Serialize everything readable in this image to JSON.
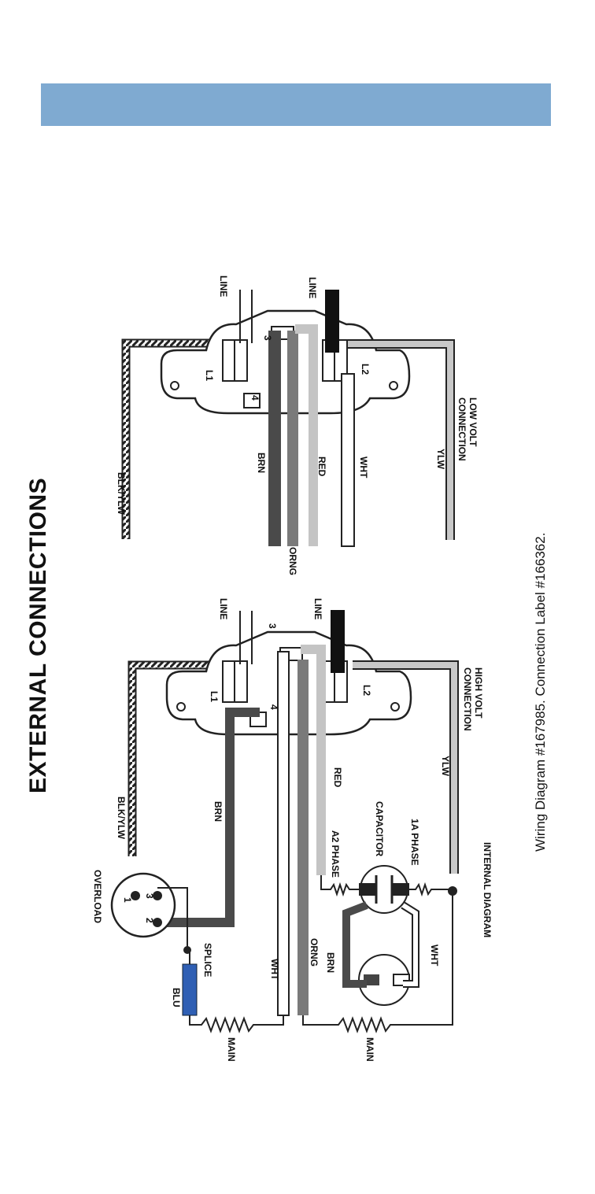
{
  "header": {
    "bar_color": "#7faad1"
  },
  "title": "EXTERNAL CONNECTIONS",
  "caption": "Wiring Diagram #167985.  Connection Label #166362.",
  "low_volt": {
    "section_label": "LOW VOLT CONNECTION",
    "terminal_labels": {
      "l1": "L1",
      "l2": "L2",
      "t3": "3",
      "t4": "4"
    },
    "line_labels": [
      "LINE",
      "LINE"
    ],
    "wires": {
      "blk": "BLK/YLW",
      "brn": "BRN",
      "orng": "ORNG",
      "red": "RED",
      "wht": "WHT",
      "ylw": "YLW"
    }
  },
  "high_volt": {
    "section_label": "HIGH VOLT CONNECTION",
    "terminal_labels": {
      "l1": "L1",
      "l2": "L2",
      "t3": "3",
      "t4": "4"
    },
    "line_labels": [
      "LINE",
      "LINE"
    ],
    "wires": {
      "blk": "BLK/YLW",
      "brn": "BRN",
      "red": "RED",
      "ylw": "YLW",
      "wht": "WHT",
      "orng": "ORNG",
      "blu": "BLU"
    }
  },
  "internal": {
    "section_label": "INTERNAL DIAGRAM",
    "overload": "OVERLOAD",
    "overload_pins": [
      "1",
      "2",
      "3"
    ],
    "splice": "SPLICE",
    "capacitor": "CAPACITOR",
    "phase_a": "A2 PHASE",
    "phase_b": "1A PHASE",
    "main_a": "MAIN",
    "main_b": "MAIN",
    "brn_wire": "BRN",
    "wht_wire": "WHT"
  },
  "colors": {
    "brown": "#4a4a4a",
    "orange": "#7a7a7a",
    "red": "#c4c4c4",
    "white": "#ffffff",
    "yellow": "#c8c8c8",
    "black": "#111111",
    "blue": "#2f5fb4",
    "hatch": "#222222"
  }
}
